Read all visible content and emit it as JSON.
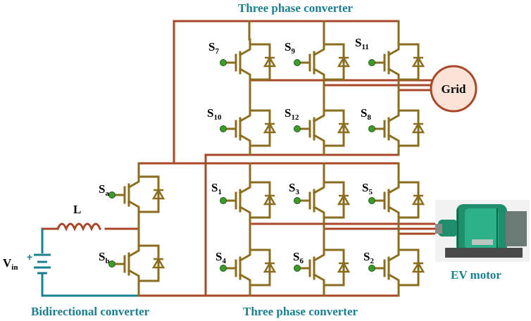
{
  "diagram": {
    "title_top": "Three phase converter",
    "title_bottom": "Three phase converter",
    "title_left": "Bidirectional converter",
    "motor_label": "EV motor",
    "grid_label": "Grid",
    "inductor_label": "L",
    "source_label": {
      "main": "V",
      "sub": "in"
    },
    "switches": {
      "s7": {
        "main": "S",
        "sub": "7"
      },
      "s9": {
        "main": "S",
        "sub": "9"
      },
      "s11": {
        "main": "S",
        "sub": "11"
      },
      "s10": {
        "main": "S",
        "sub": "10"
      },
      "s12": {
        "main": "S",
        "sub": "12"
      },
      "s8": {
        "main": "S",
        "sub": "8"
      },
      "sa": {
        "main": "S",
        "sub": "a"
      },
      "sb": {
        "main": "S",
        "sub": "b"
      },
      "s1": {
        "main": "S",
        "sub": "1"
      },
      "s3": {
        "main": "S",
        "sub": "3"
      },
      "s5": {
        "main": "S",
        "sub": "5"
      },
      "s4": {
        "main": "S",
        "sub": "4"
      },
      "s6": {
        "main": "S",
        "sub": "6"
      },
      "s2": {
        "main": "S",
        "sub": "2"
      }
    },
    "colors": {
      "wire_dc_bus": "#a9472a",
      "wire_switch": "#8a6d1f",
      "titles": "#1a7f8e",
      "gate_dot": "#3d9a2b",
      "grid_fill": "#fbe3d6"
    }
  }
}
